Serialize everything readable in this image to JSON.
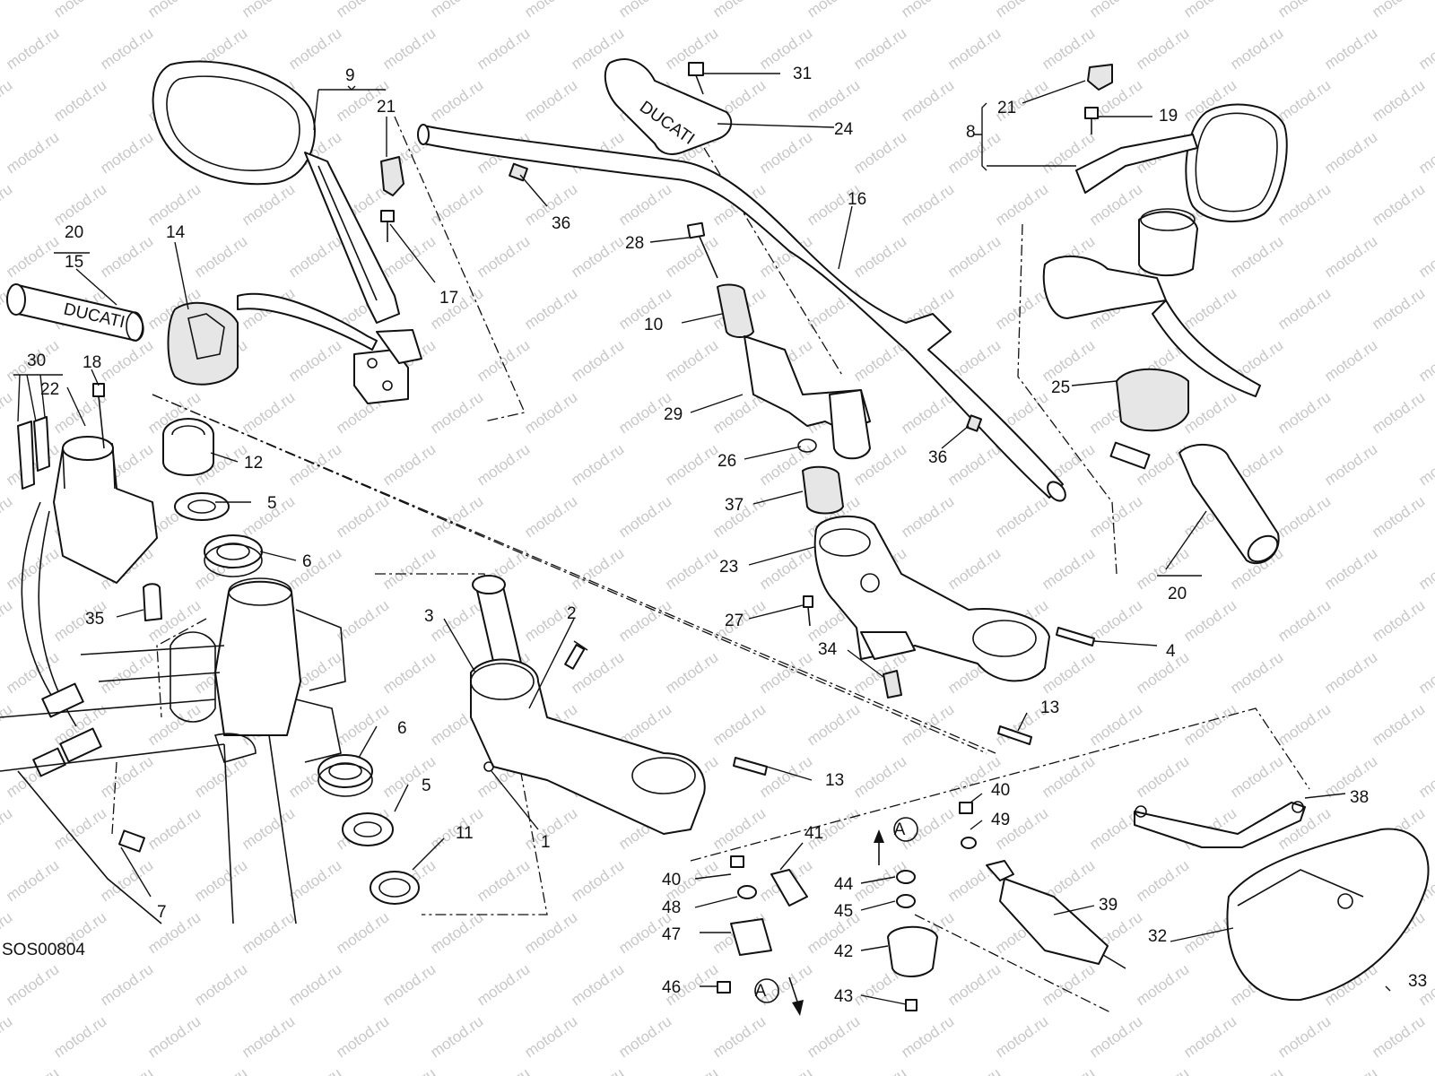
{
  "diagram": {
    "code": "SOS00804",
    "watermark": "motod.ru",
    "callouts": [
      {
        "id": "c1",
        "text": "1"
      },
      {
        "id": "c2",
        "text": "2"
      },
      {
        "id": "c3",
        "text": "3"
      },
      {
        "id": "c4",
        "text": "4"
      },
      {
        "id": "c5a",
        "text": "5"
      },
      {
        "id": "c5b",
        "text": "5"
      },
      {
        "id": "c6a",
        "text": "6"
      },
      {
        "id": "c6b",
        "text": "6"
      },
      {
        "id": "c7",
        "text": "7"
      },
      {
        "id": "c8",
        "text": "8"
      },
      {
        "id": "c9",
        "text": "9"
      },
      {
        "id": "c10",
        "text": "10"
      },
      {
        "id": "c11",
        "text": "11"
      },
      {
        "id": "c12",
        "text": "12"
      },
      {
        "id": "c13a",
        "text": "13"
      },
      {
        "id": "c13b",
        "text": "13"
      },
      {
        "id": "c14",
        "text": "14"
      },
      {
        "id": "c15",
        "text": "15"
      },
      {
        "id": "c16",
        "text": "16"
      },
      {
        "id": "c17",
        "text": "17"
      },
      {
        "id": "c18",
        "text": "18"
      },
      {
        "id": "c19",
        "text": "19"
      },
      {
        "id": "c20a",
        "text": "20"
      },
      {
        "id": "c20b",
        "text": "20"
      },
      {
        "id": "c21a",
        "text": "21"
      },
      {
        "id": "c21b",
        "text": "21"
      },
      {
        "id": "c22",
        "text": "22"
      },
      {
        "id": "c23",
        "text": "23"
      },
      {
        "id": "c24",
        "text": "24"
      },
      {
        "id": "c25",
        "text": "25"
      },
      {
        "id": "c26",
        "text": "26"
      },
      {
        "id": "c27",
        "text": "27"
      },
      {
        "id": "c28",
        "text": "28"
      },
      {
        "id": "c29",
        "text": "29"
      },
      {
        "id": "c30",
        "text": "30"
      },
      {
        "id": "c31",
        "text": "31"
      },
      {
        "id": "c32",
        "text": "32"
      },
      {
        "id": "c33",
        "text": "33"
      },
      {
        "id": "c34",
        "text": "34"
      },
      {
        "id": "c35",
        "text": "35"
      },
      {
        "id": "c36a",
        "text": "36"
      },
      {
        "id": "c36b",
        "text": "36"
      },
      {
        "id": "c37",
        "text": "37"
      },
      {
        "id": "c38",
        "text": "38"
      },
      {
        "id": "c39",
        "text": "39"
      },
      {
        "id": "c40a",
        "text": "40"
      },
      {
        "id": "c40b",
        "text": "40"
      },
      {
        "id": "c41",
        "text": "41"
      },
      {
        "id": "c42",
        "text": "42"
      },
      {
        "id": "c43",
        "text": "43"
      },
      {
        "id": "c44",
        "text": "44"
      },
      {
        "id": "c45",
        "text": "45"
      },
      {
        "id": "c46",
        "text": "46"
      },
      {
        "id": "c47",
        "text": "47"
      },
      {
        "id": "c48",
        "text": "48"
      },
      {
        "id": "c49",
        "text": "49"
      }
    ],
    "refs": [
      {
        "id": "refA1",
        "text": "A"
      },
      {
        "id": "refA2",
        "text": "A"
      }
    ],
    "brand_marks": [
      "DUCATI",
      "DUCATI",
      "DUCATI"
    ]
  }
}
